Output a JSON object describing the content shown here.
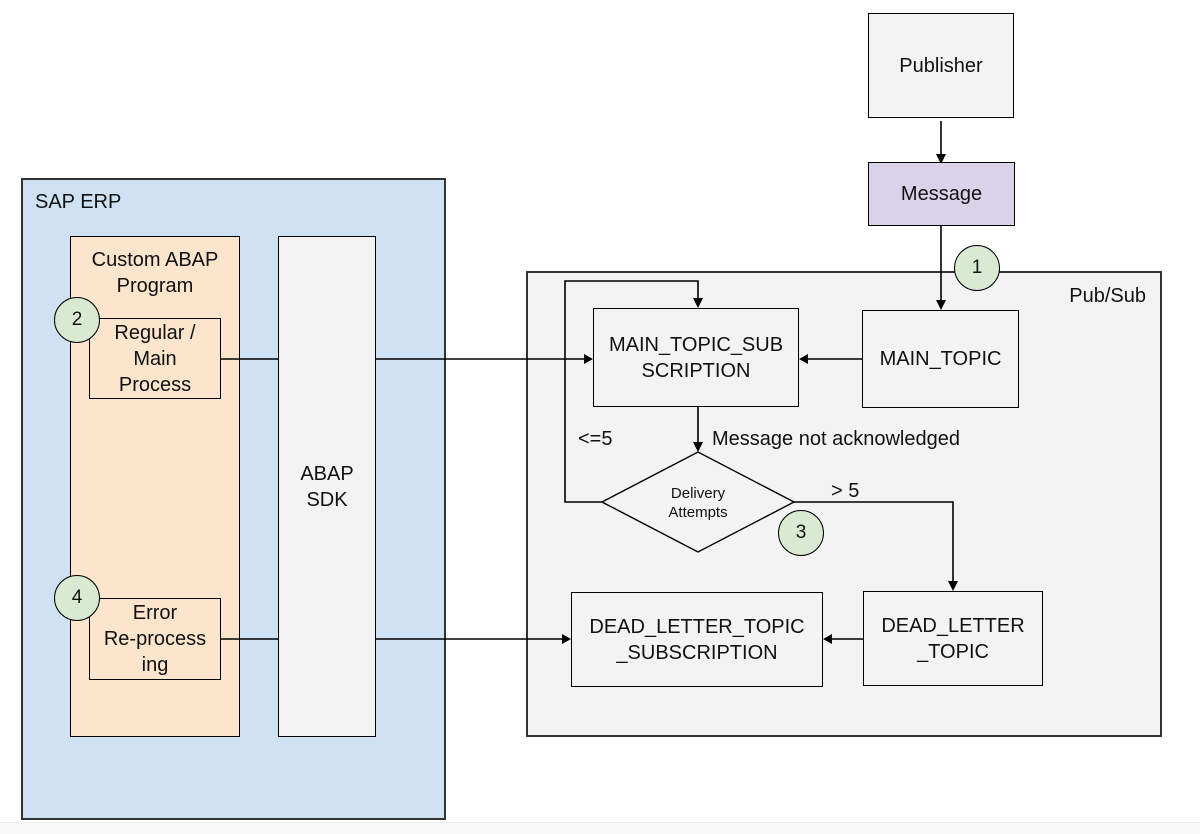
{
  "diagram": {
    "containers": {
      "sap_erp": {
        "label": "SAP ERP"
      },
      "pubsub": {
        "label": "Pub/Sub"
      }
    },
    "nodes": {
      "publisher": {
        "lines": [
          "Publisher"
        ]
      },
      "message": {
        "lines": [
          "Message"
        ]
      },
      "custom_abap_program": {
        "lines": [
          "Custom ABAP",
          "Program"
        ]
      },
      "regular_main_process": {
        "lines": [
          "Regular /",
          "Main",
          "Process"
        ]
      },
      "error_reprocessing": {
        "lines": [
          "Error",
          "Re-process",
          "ing"
        ]
      },
      "abap_sdk": {
        "lines": [
          "ABAP",
          "SDK"
        ]
      },
      "main_topic": {
        "lines": [
          "MAIN_TOPIC"
        ]
      },
      "main_topic_subscription": {
        "lines": [
          "MAIN_TOPIC_SUB",
          "SCRIPTION"
        ]
      },
      "dead_letter_topic": {
        "lines": [
          "DEAD_LETTER",
          "_TOPIC"
        ]
      },
      "dead_letter_topic_subscription": {
        "lines": [
          "DEAD_LETTER_TOPIC",
          "_SUBSCRIPTION"
        ]
      },
      "delivery_attempts_decision": {
        "lines": [
          "Delivery",
          "Attempts"
        ]
      }
    },
    "steps": {
      "s1": "1",
      "s2": "2",
      "s3": "3",
      "s4": "4"
    },
    "edge_labels": {
      "retry_limit": "<=5",
      "not_acknowledged": "Message not acknowledged",
      "limit_exceeded": "> 5"
    },
    "colors": {
      "sap_container_blue": "#cfe2f3",
      "abap_box_orange": "#fce5cd",
      "node_gray": "#f3f3f3",
      "message_purple": "#d9d2e9",
      "step_circle_green": "#d9ead3",
      "line_black": "#000000"
    }
  }
}
